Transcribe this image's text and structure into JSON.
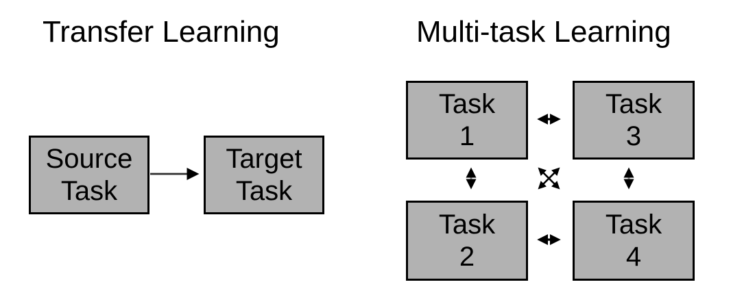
{
  "left_diagram": {
    "title": "Transfer Learning",
    "boxes": [
      {
        "label": "Source\nTask"
      },
      {
        "label": "Target\nTask"
      }
    ],
    "arrows": [
      {
        "from": "Source Task",
        "to": "Target Task",
        "type": "directed"
      }
    ]
  },
  "right_diagram": {
    "title": "Multi-task Learning",
    "boxes": [
      {
        "label": "Task\n1"
      },
      {
        "label": "Task\n2"
      },
      {
        "label": "Task\n3"
      },
      {
        "label": "Task\n4"
      }
    ],
    "arrows": [
      {
        "from": "Task 1",
        "to": "Task 3",
        "type": "bidirectional"
      },
      {
        "from": "Task 2",
        "to": "Task 4",
        "type": "bidirectional"
      },
      {
        "from": "Task 1",
        "to": "Task 2",
        "type": "bidirectional"
      },
      {
        "from": "Task 3",
        "to": "Task 4",
        "type": "bidirectional"
      },
      {
        "from": "Task 1",
        "to": "Task 4",
        "type": "bidirectional"
      },
      {
        "from": "Task 2",
        "to": "Task 3",
        "type": "bidirectional"
      }
    ]
  },
  "colors": {
    "background": "#ffffff",
    "box_fill": "#b2b2b2",
    "box_border": "#000000",
    "text": "#000000",
    "arrow_head": "#000000",
    "arrow_shaft_dark": "#2e2e2e",
    "arrow_shaft_gray": "#8f8f8f"
  }
}
